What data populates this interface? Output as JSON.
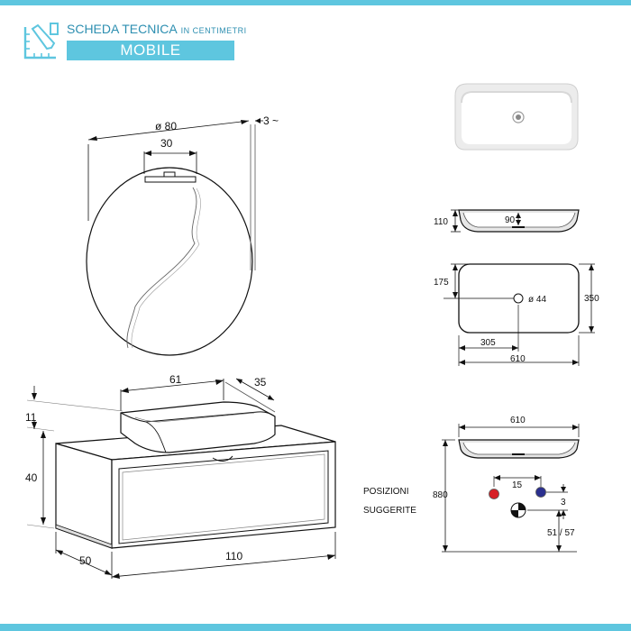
{
  "header": {
    "title": "SCHEDA TECNICA",
    "unit_note": "IN CENTIMETRI",
    "section": "MOBILE"
  },
  "mirror": {
    "diameter_label": "ø 80",
    "lamp_width_label": "30",
    "depth_label": "3 ~"
  },
  "cabinet": {
    "basin_width_label": "61",
    "basin_depth_label": "35",
    "basin_height_label": "11",
    "cabinet_height_label": "40",
    "cabinet_depth_label": "50",
    "cabinet_width_label": "110"
  },
  "sink_details": {
    "front_height_label": "110",
    "inner_depth_label": "90",
    "plan_offset_label": "175",
    "plan_depth_label": "350",
    "drain_label": "ø 44",
    "drain_offset_label": "305",
    "plan_width_label": "610"
  },
  "installation": {
    "width_label": "610",
    "height_label": "880",
    "tap_spacing_label": "15",
    "vertical_offset_label": "3",
    "drain_height_label": "51 / 57",
    "positions_label_line1": "POSIZIONI",
    "positions_label_line2": "SUGGERITE",
    "colors": {
      "hot": "#d61f26",
      "cold": "#2a2f8f"
    }
  }
}
